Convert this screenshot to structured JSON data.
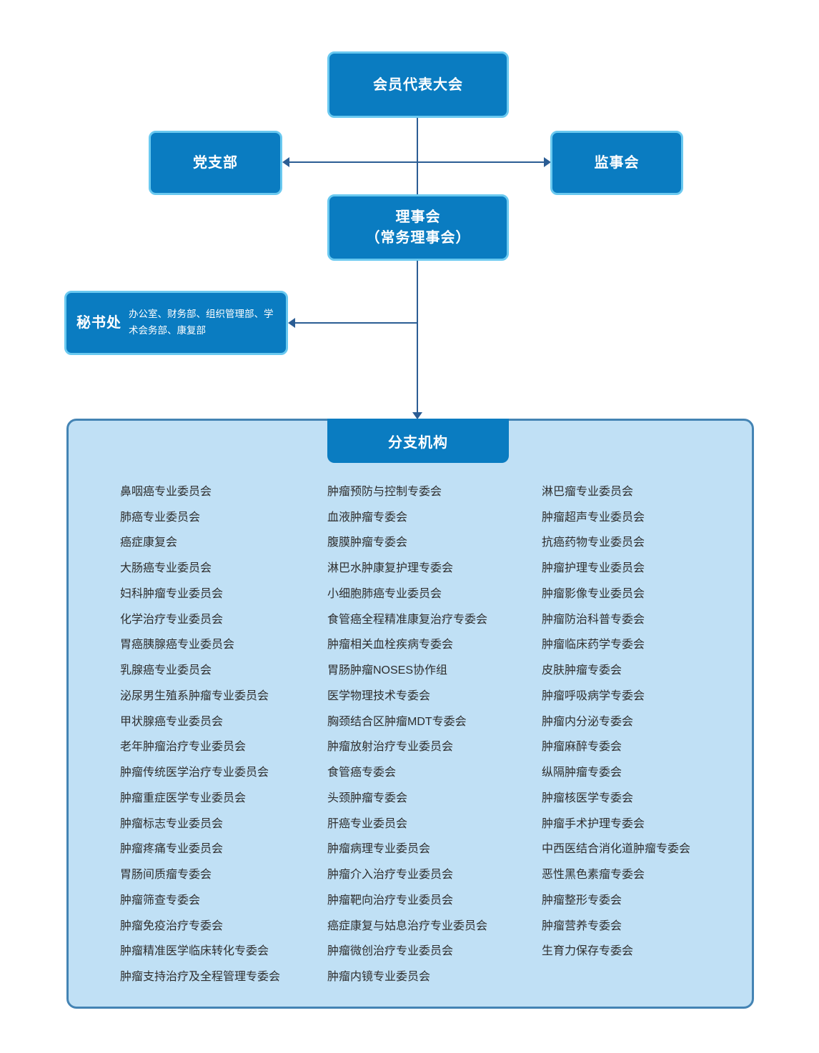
{
  "org_chart": {
    "top_box": {
      "label": "会员代表大会"
    },
    "party_branch": {
      "label": "党支部"
    },
    "supervisory_board": {
      "label": "监事会"
    },
    "council": {
      "line1": "理事会",
      "line2": "（常务理事会）"
    },
    "secretariat": {
      "title": "秘书处",
      "departments": "办公室、财务部、组织管理部、学术会务部、康复部"
    },
    "branches": {
      "title": "分支机构",
      "columns": [
        {
          "items": [
            "鼻咽癌专业委员会",
            "肺癌专业委员会",
            "癌症康复会",
            "大肠癌专业委员会",
            "妇科肿瘤专业委员会",
            "化学治疗专业委员会",
            "胃癌胰腺癌专业委员会",
            "乳腺癌专业委员会",
            "泌尿男生殖系肿瘤专业委员会",
            "甲状腺癌专业委员会",
            "老年肿瘤治疗专业委员会",
            "肿瘤传统医学治疗专业委员会",
            "肿瘤重症医学专业委员会",
            "肿瘤标志专业委员会",
            "肿瘤疼痛专业委员会",
            "胃肠间质瘤专委会",
            "肿瘤筛查专委会",
            "肿瘤免疫治疗专委会",
            "肿瘤精准医学临床转化专委会",
            "肿瘤支持治疗及全程管理专委会"
          ]
        },
        {
          "items": [
            "肿瘤预防与控制专委会",
            "血液肿瘤专委会",
            "腹膜肿瘤专委会",
            "淋巴水肿康复护理专委会",
            "小细胞肺癌专业委员会",
            "食管癌全程精准康复治疗专委会",
            "肿瘤相关血栓疾病专委会",
            "胃肠肿瘤NOSES协作组",
            "医学物理技术专委会",
            "胸颈结合区肿瘤MDT专委会",
            "肿瘤放射治疗专业委员会",
            "食管癌专委会",
            "头颈肿瘤专委会",
            "肝癌专业委员会",
            "肿瘤病理专业委员会",
            "肿瘤介入治疗专业委员会",
            "肿瘤靶向治疗专业委员会",
            "癌症康复与姑息治疗专业委员会",
            "肿瘤微创治疗专业委员会",
            "肿瘤内镜专业委员会"
          ]
        },
        {
          "items": [
            "淋巴瘤专业委员会",
            "肿瘤超声专业委员会",
            "抗癌药物专业委员会",
            "肿瘤护理专业委员会",
            "肿瘤影像专业委员会",
            "肿瘤防治科普专委会",
            "肿瘤临床药学专委会",
            "皮肤肿瘤专委会",
            "肿瘤呼吸病学专委会",
            "肿瘤内分泌专委会",
            "肿瘤麻醉专委会",
            "纵隔肿瘤专委会",
            "肿瘤核医学专委会",
            "肿瘤手术护理专委会",
            "中西医结合消化道肿瘤专委会",
            "恶性黑色素瘤专委会",
            "肿瘤整形专委会",
            "肿瘤营养专委会",
            "生育力保存专委会"
          ]
        }
      ]
    },
    "colors": {
      "node_fill": "#0a7cc1",
      "node_border": "#6ac9f0",
      "connector": "#2b5d94",
      "container_fill": "#c0e0f5",
      "container_border": "#4484b4",
      "committee_text": "#2e2e2e"
    }
  }
}
